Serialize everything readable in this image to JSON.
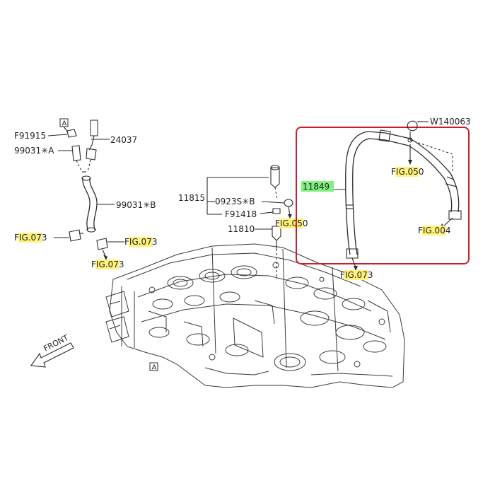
{
  "colors": {
    "line": "#2a2a2a",
    "highlight": "#fff27a",
    "part_highlight": "#7ef07e",
    "callout_frame": "#c8202a"
  },
  "labels": {
    "a_top": "A",
    "a_bottom": "A",
    "front": "FRONT",
    "p_f91915": "F91915",
    "p_99031a": "99031✳A",
    "p_24037": "24037",
    "p_99031b": "99031✳B",
    "p_11815": "11815",
    "p_0923sb": "0923S✳B",
    "p_f91418": "F91418",
    "p_11810": "11810",
    "p_w140063": "W140063",
    "p_11849": "11849",
    "fig_left_073": {
      "prefix": "F",
      "hl": "IG.07",
      "suffix": "3"
    },
    "fig_mid_073": {
      "prefix": "F",
      "hl": "IG.07",
      "suffix": "3"
    },
    "fig_low_073": {
      "prefix": "F",
      "hl": "IG.07",
      "suffix": "3"
    },
    "fig_050_left": {
      "prefix": "F",
      "hl": "IG.05",
      "suffix": "0"
    },
    "fig_050_right": {
      "prefix": "F",
      "hl": "IG.05",
      "suffix": "0"
    },
    "fig_004": {
      "prefix": "F",
      "hl": "IG.00",
      "suffix": "4"
    },
    "fig_073_right": {
      "prefix": "F",
      "hl": "IG.07",
      "suffix": "3"
    }
  }
}
